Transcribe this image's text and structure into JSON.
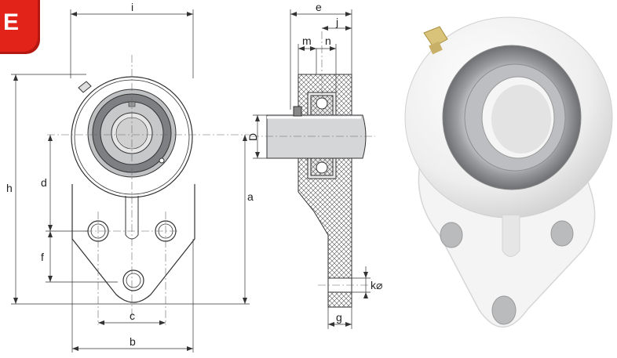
{
  "badge": {
    "letter": "E",
    "color": "#e2231a"
  },
  "front_view": {
    "dimension_labels": {
      "i": "i",
      "h": "h",
      "d": "d",
      "f": "f",
      "a": "a",
      "c": "c",
      "b": "b"
    }
  },
  "section_view": {
    "dimension_labels": {
      "e": "e",
      "j": "j",
      "m": "m",
      "n": "n",
      "D": "D",
      "k": "k⌀",
      "g": "g"
    }
  },
  "photo": {
    "subject": "white thermoplastic three-bolt flange bearing unit with stainless insert and grease nipple"
  },
  "colors": {
    "line": "#333333",
    "housing": "#f2f2f2",
    "ring": "#8d8f92",
    "accent": "#e2231a"
  }
}
